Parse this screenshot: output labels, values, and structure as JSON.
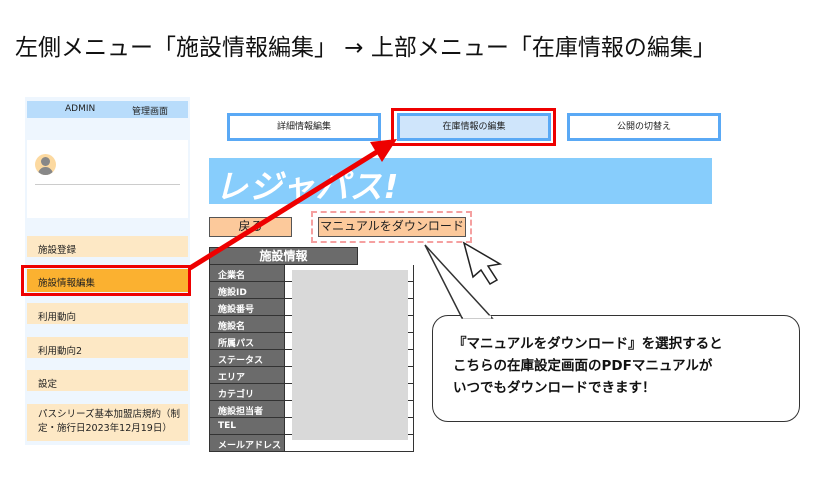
{
  "title": "左側メニュー「施設情報編集」 → 上部メニュー「在庫情報の編集」",
  "sidebar": {
    "admin_label": "ADMIN",
    "admin_link": "管理画面",
    "items": [
      {
        "label": "施設登録"
      },
      {
        "label": "施設情報編集",
        "active": true
      },
      {
        "label": "利用動向"
      },
      {
        "label": "利用動向2"
      },
      {
        "label": "設定"
      },
      {
        "label_line1": "パスシリーズ基本加盟店規約（制",
        "label_line2": "定・施行日2023年12月19日）"
      }
    ]
  },
  "tabs": [
    {
      "label": "詳細情報編集"
    },
    {
      "label": "在庫情報の編集",
      "active": true
    },
    {
      "label": "公開の切替え"
    }
  ],
  "banner": {
    "logo": "レジャパス!"
  },
  "buttons": {
    "back": "戻る",
    "manual": "マニュアルをダウンロード"
  },
  "table": {
    "header": "施設情報",
    "rows": [
      "企業名",
      "施設ID",
      "施設番号",
      "施設名",
      "所属パス",
      "ステータス",
      "エリア",
      "カテゴリ",
      "施設担当者",
      "TEL",
      "メールアドレス"
    ]
  },
  "callout": {
    "line1": "『マニュアルをダウンロード』を選択すると",
    "line2": "こちらの在庫設定画面のPDFマニュアルが",
    "line3": "いつでもダウンロードできます！"
  },
  "colors": {
    "accent_red": "#ee0000",
    "active_orange": "#fbb130",
    "banner_blue": "#87cdfc",
    "tab_border": "#5aa9f5"
  }
}
